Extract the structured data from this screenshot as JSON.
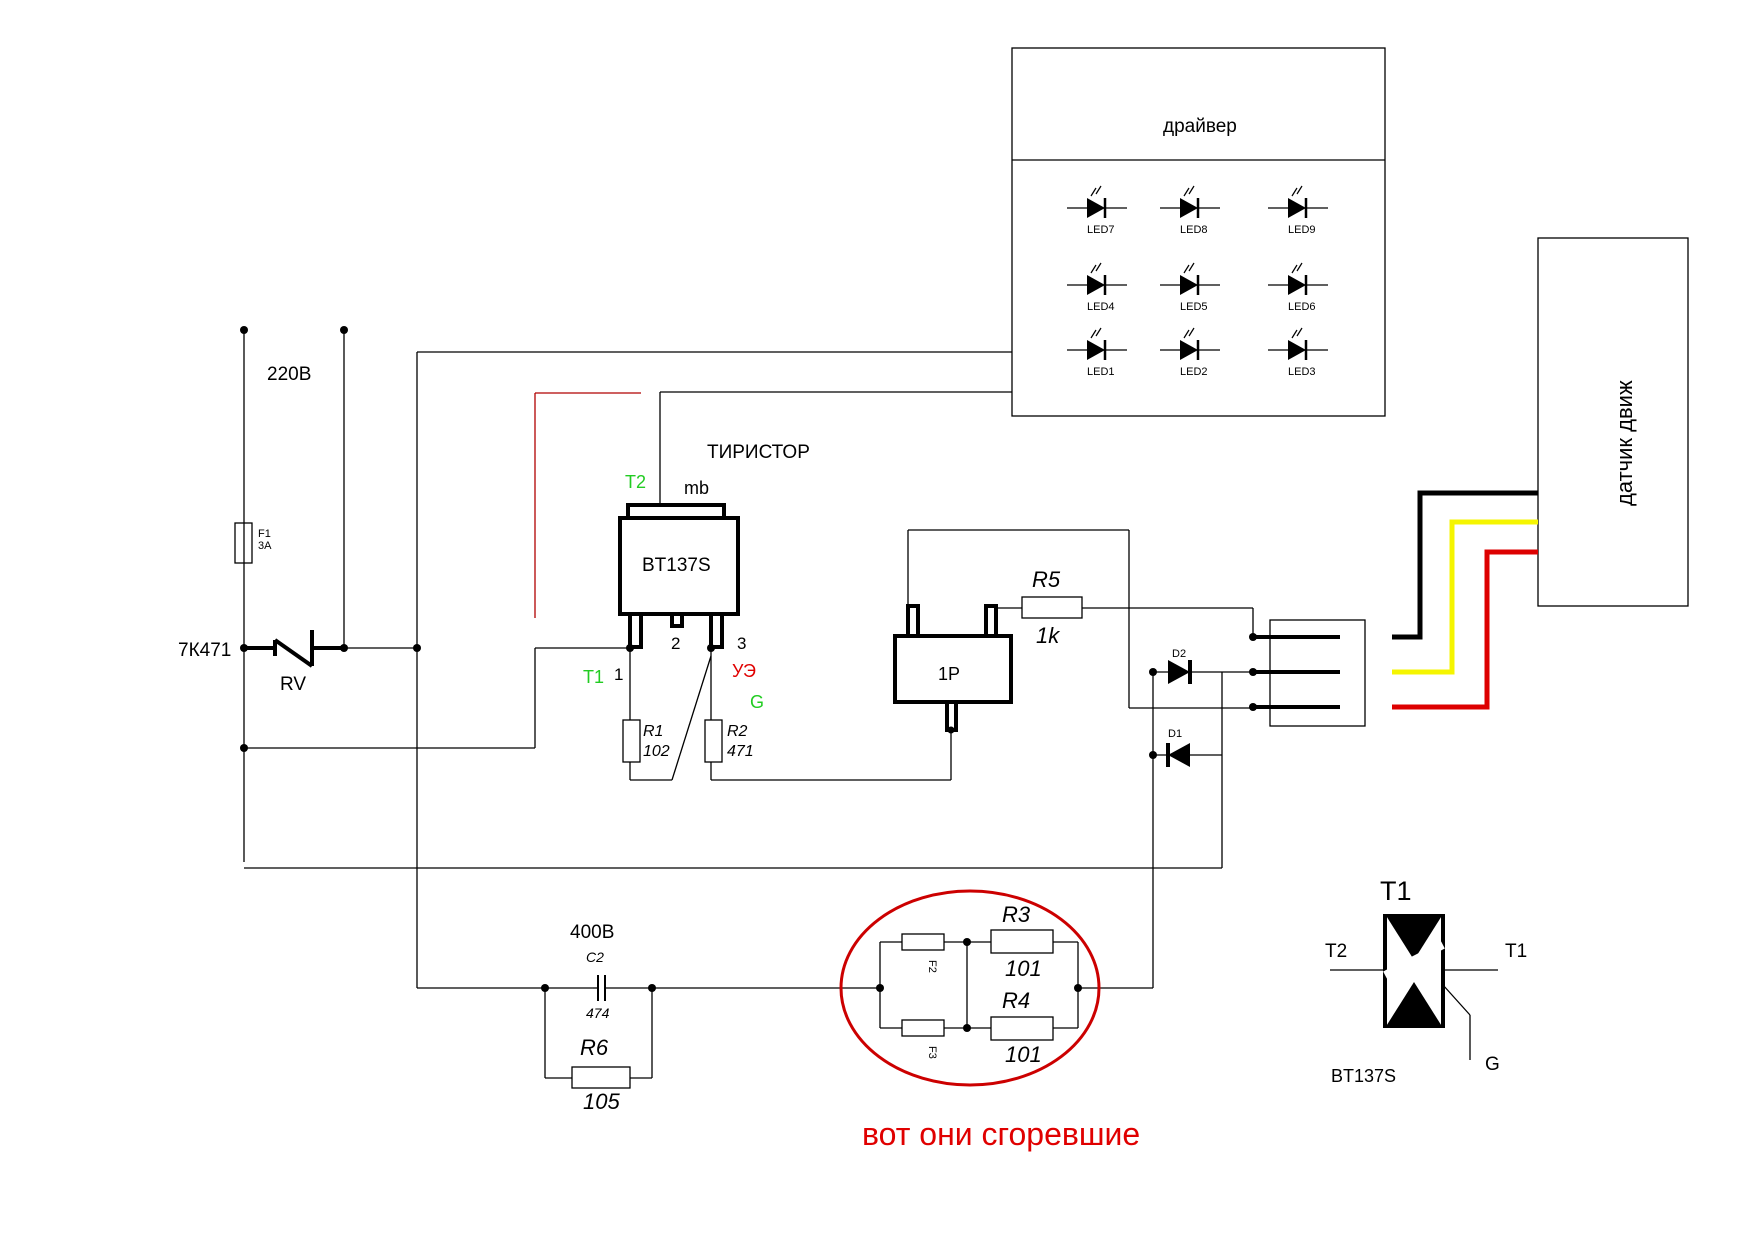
{
  "labels": {
    "mains": "220В",
    "varistor_code": "7К471",
    "varistor_ref": "RV",
    "fuse_ref": "F1",
    "fuse_val": "3А",
    "triac_title": "ТИРИСТОР",
    "triac_part": "BT137S",
    "triac_mb": "mb",
    "pin_t2": "T2",
    "pin_t1": "T1",
    "pin_1": "1",
    "pin_2": "2",
    "pin_3": "3",
    "pin_ue": "УЭ",
    "pin_g": "G",
    "r1_ref": "R1",
    "r1_val": "102",
    "r2_ref": "R2",
    "r2_val": "471",
    "r5_ref": "R5",
    "r5_val": "1k",
    "chip_1p": "1P",
    "d1": "D1",
    "d2": "D2",
    "driver": "драйвер",
    "sensor": "датчик движ",
    "c2_voltage": "400В",
    "c2_ref": "C2",
    "c2_val": "474",
    "r6_ref": "R6",
    "r6_val": "105",
    "f2": "F2",
    "f3": "F3",
    "r3_ref": "R3",
    "r3_val": "101",
    "r4_ref": "R4",
    "r4_val": "101",
    "burned_note": "вот они сгоревшие",
    "sym_t1_title": "T1",
    "sym_t2": "T2",
    "sym_t1": "T1",
    "sym_g": "G",
    "sym_part": "BT137S"
  },
  "leds": [
    "LED7",
    "LED8",
    "LED9",
    "LED4",
    "LED5",
    "LED6",
    "LED1",
    "LED2",
    "LED3"
  ],
  "colors": {
    "green_label": "#22cc22",
    "red_label": "#e00000",
    "burned_circle": "#cc0000",
    "wire_black": "#000000",
    "wire_yellow": "#f5f500",
    "wire_red": "#dd0000"
  }
}
